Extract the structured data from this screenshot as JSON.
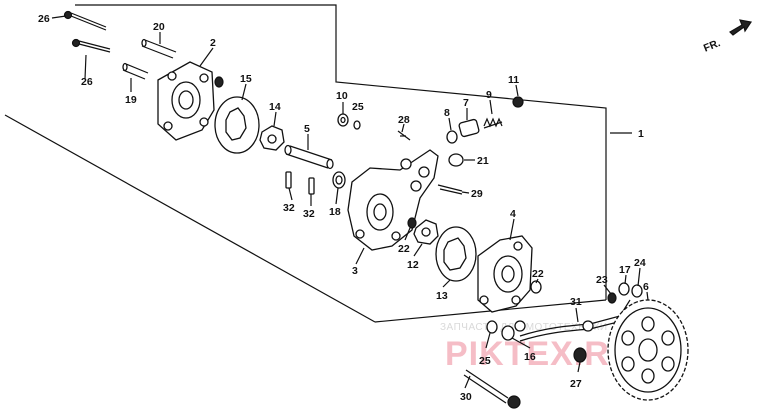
{
  "diagram": {
    "direction_label": "FR.",
    "callouts": [
      "1",
      "2",
      "3",
      "4",
      "5",
      "6",
      "7",
      "8",
      "9",
      "10",
      "11",
      "12",
      "13",
      "14",
      "15",
      "16",
      "17",
      "18",
      "19",
      "20",
      "21",
      "22",
      "22",
      "23",
      "24",
      "25",
      "25",
      "26",
      "26",
      "27",
      "28",
      "29",
      "30",
      "31",
      "32",
      "32"
    ]
  },
  "watermark": {
    "line1": "ЗАПЧАСТИ ДЛЯ МОТОТЕХНИКИ",
    "line2": "PIKTEX.RU"
  }
}
